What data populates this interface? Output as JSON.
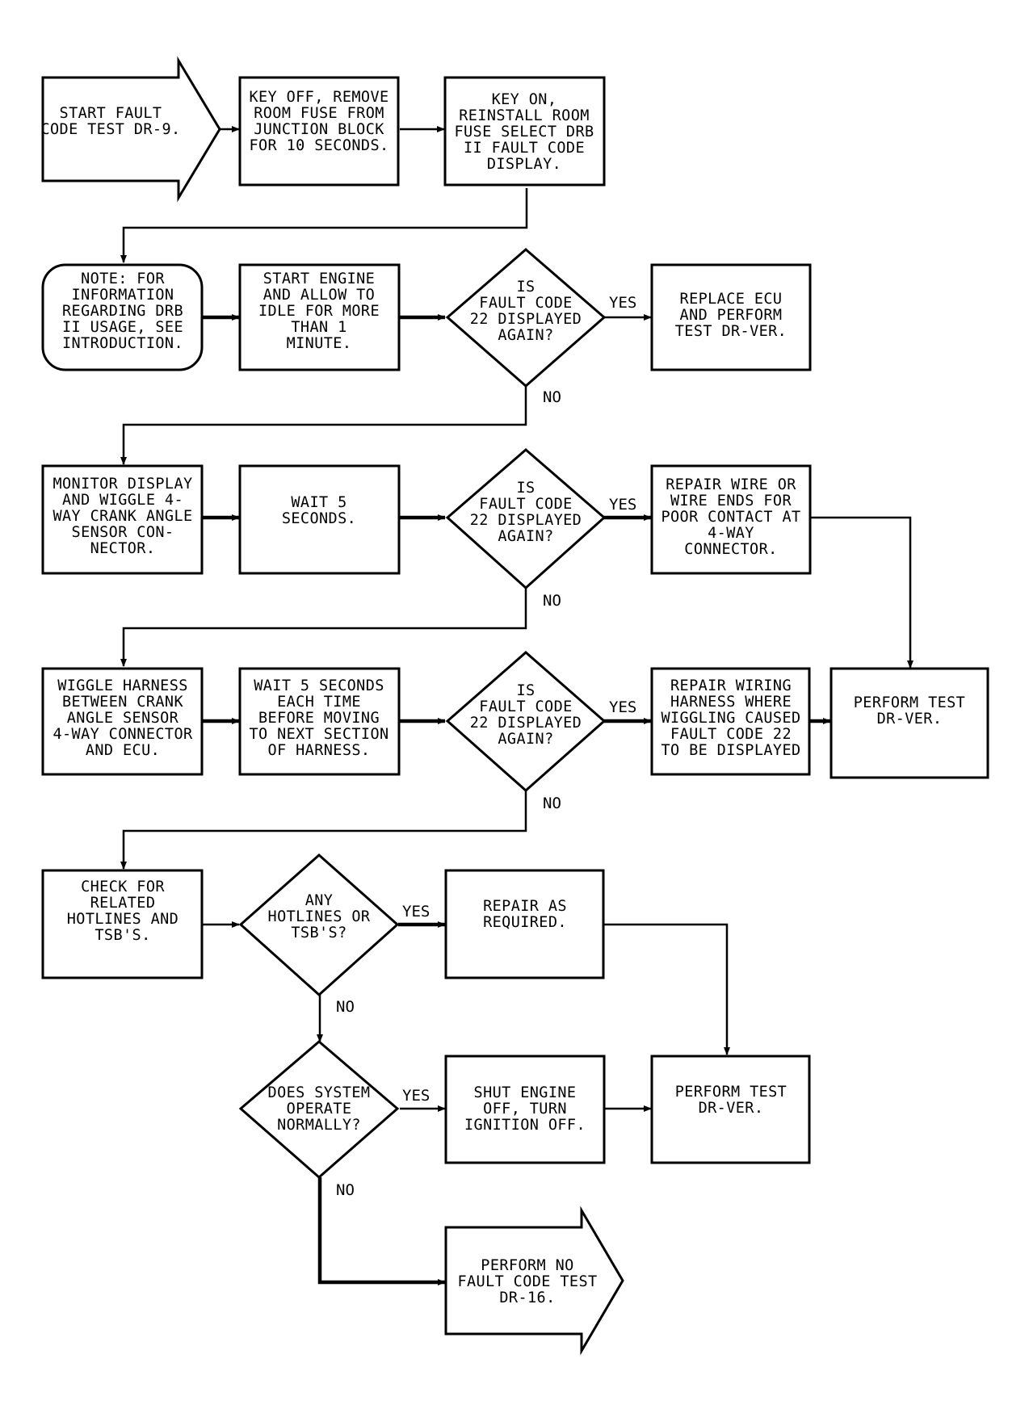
{
  "nodes": {
    "start": [
      "START FAULT",
      "CODE TEST DR-9."
    ],
    "key_off": [
      "KEY OFF, REMOVE",
      "ROOM FUSE FROM",
      "JUNCTION BLOCK",
      "FOR 10 SECONDS."
    ],
    "key_on": [
      "KEY ON,",
      "REINSTALL ROOM",
      "FUSE SELECT DRB",
      "II FAULT CODE",
      "DISPLAY."
    ],
    "note": [
      "NOTE: FOR",
      "INFORMATION",
      "REGARDING DRB",
      "II USAGE, SEE",
      "INTRODUCTION."
    ],
    "start_engine": [
      "START ENGINE",
      "AND ALLOW TO",
      "IDLE FOR MORE",
      "THAN 1",
      "MINUTE."
    ],
    "decision_1": [
      "IS",
      "FAULT CODE",
      "22 DISPLAYED",
      "AGAIN?"
    ],
    "replace_ecu": [
      "REPLACE ECU",
      "AND PERFORM",
      "TEST DR-VER."
    ],
    "monitor_display": [
      "MONITOR DISPLAY",
      "AND WIGGLE 4-",
      "WAY CRANK ANGLE",
      "SENSOR CON-",
      "NECTOR."
    ],
    "wait_5": [
      "WAIT 5",
      "SECONDS."
    ],
    "decision_2": [
      "IS",
      "FAULT CODE",
      "22 DISPLAYED",
      "AGAIN?"
    ],
    "repair_wire": [
      "REPAIR WIRE OR",
      "WIRE ENDS FOR",
      "POOR CONTACT AT",
      "4-WAY",
      "CONNECTOR."
    ],
    "wiggle_harness": [
      "WIGGLE HARNESS",
      "BETWEEN CRANK",
      "ANGLE SENSOR",
      "4-WAY CONNECTOR",
      "AND ECU."
    ],
    "wait_5_each": [
      "WAIT 5 SECONDS",
      "EACH TIME",
      "BEFORE MOVING",
      "TO NEXT SECTION",
      "OF HARNESS."
    ],
    "decision_3": [
      "IS",
      "FAULT CODE",
      "22 DISPLAYED",
      "AGAIN?"
    ],
    "repair_wiring": [
      "REPAIR WIRING",
      "HARNESS WHERE",
      "WIGGLING CAUSED",
      "FAULT CODE 22",
      "TO BE DISPLAYED"
    ],
    "perform_test_1": [
      "PERFORM TEST",
      "DR-VER."
    ],
    "check_related": [
      "CHECK FOR",
      "RELATED",
      "HOTLINES AND",
      "TSB'S."
    ],
    "decision_hotlines": [
      "ANY",
      "HOTLINES OR",
      "TSB'S?"
    ],
    "repair_required": [
      "REPAIR AS",
      "REQUIRED."
    ],
    "decision_system": [
      "DOES SYSTEM",
      "OPERATE",
      "NORMALLY?"
    ],
    "shut_engine": [
      "SHUT ENGINE",
      "OFF, TURN",
      "IGNITION OFF."
    ],
    "perform_test_2": [
      "PERFORM TEST",
      "DR-VER."
    ],
    "perform_no_fault": [
      "PERFORM NO",
      "FAULT CODE TEST",
      "DR-16."
    ]
  },
  "labels": {
    "yes": "YES",
    "no": "NO"
  }
}
